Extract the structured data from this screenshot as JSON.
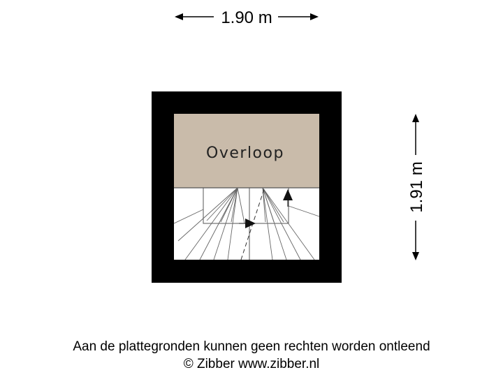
{
  "dimensions": {
    "width_label": "1.90 m",
    "height_label": "1.91 m"
  },
  "room": {
    "name": "Overloop"
  },
  "footer": {
    "disclaimer": "Aan de plattegronden kunnen geen rechten worden ontleend",
    "copyright": "© Zibber www.zibber.nl"
  },
  "colors": {
    "wall": "#000000",
    "room_fill": "#c9bbaa",
    "stair_fill": "#ffffff",
    "line": "#555555"
  }
}
